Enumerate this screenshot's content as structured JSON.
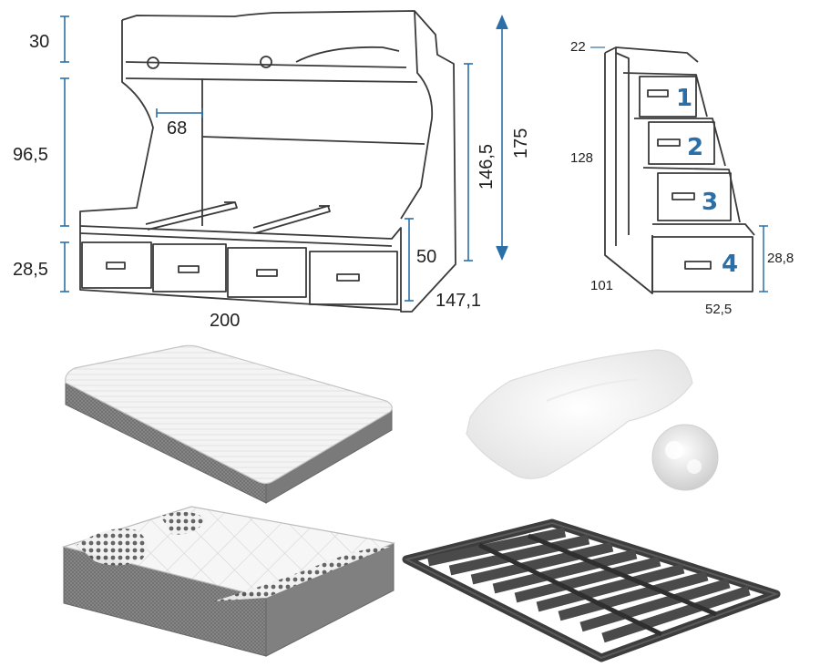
{
  "bunk_bed": {
    "dims": {
      "top_rail": "30",
      "upper_gap": "96,5",
      "drawer_base": "28,5",
      "opening": "68",
      "upper_height": "146,5",
      "total_height": "175",
      "side_height": "50",
      "depth": "147,1",
      "length": "200"
    }
  },
  "stairs": {
    "dims": {
      "top": "22",
      "height": "128",
      "bottom_step": "28,8",
      "depth": "101",
      "width": "52,5"
    },
    "steps": [
      "1",
      "2",
      "3",
      "4"
    ]
  },
  "colors": {
    "dimension_line": "#2b6fa8",
    "outline": "#3a3a3a",
    "slat_base": "#3d3d3d",
    "mattress_side": "#8e8e8e"
  }
}
